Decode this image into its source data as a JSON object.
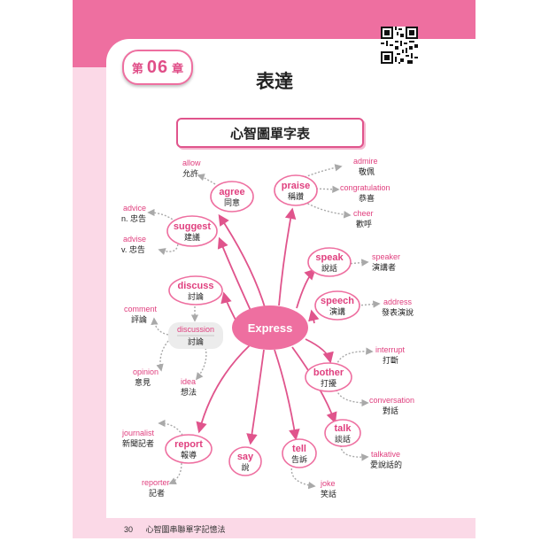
{
  "header": {
    "chapter_prefix": "第",
    "chapter_number": "06",
    "chapter_suffix": "章",
    "title_en": "Express",
    "title_zh": "表達"
  },
  "banner": "心智圖單字表",
  "center": "Express",
  "nodes": {
    "agree": {
      "en": "agree",
      "zh": "同意"
    },
    "praise": {
      "en": "praise",
      "zh": "稱讚"
    },
    "suggest": {
      "en": "suggest",
      "zh": "建議"
    },
    "speak": {
      "en": "speak",
      "zh": "說話"
    },
    "discuss": {
      "en": "discuss",
      "zh": "討論"
    },
    "speech": {
      "en": "speech",
      "zh": "演講"
    },
    "discussion": {
      "en": "discussion",
      "zh": "討論"
    },
    "bother": {
      "en": "bother",
      "zh": "打擾"
    },
    "talk": {
      "en": "talk",
      "zh": "談話"
    },
    "report": {
      "en": "report",
      "zh": "報導"
    },
    "say": {
      "en": "say",
      "zh": "說"
    },
    "tell": {
      "en": "tell",
      "zh": "告訴"
    }
  },
  "leaves": {
    "allow": {
      "en": "allow",
      "zh": "允許"
    },
    "admire": {
      "en": "admire",
      "zh": "敬佩"
    },
    "congratulation": {
      "en": "congratulation",
      "zh": "恭喜"
    },
    "cheer": {
      "en": "cheer",
      "zh": "歡呼"
    },
    "advice_n": {
      "en": "advice",
      "zh": "n. 忠告"
    },
    "advise_v": {
      "en": "advise",
      "zh": "v. 忠告"
    },
    "speaker": {
      "en": "speaker",
      "zh": "演講者"
    },
    "address": {
      "en": "address",
      "zh": "發表演說"
    },
    "comment": {
      "en": "comment",
      "zh": "評論"
    },
    "opinion": {
      "en": "opinion",
      "zh": "意見"
    },
    "idea": {
      "en": "idea",
      "zh": "想法"
    },
    "interrupt": {
      "en": "interrupt",
      "zh": "打斷"
    },
    "conversation": {
      "en": "conversation",
      "zh": "對話"
    },
    "talkative": {
      "en": "talkative",
      "zh": "愛說話的"
    },
    "journalist": {
      "en": "journalist",
      "zh": "新聞記者"
    },
    "reporter": {
      "en": "reporter",
      "zh": "記者"
    },
    "joke": {
      "en": "joke",
      "zh": "笑話"
    }
  },
  "footer": {
    "page_number": "30",
    "book_title": "心智圖串聯單字記憶法"
  },
  "colors": {
    "accent": "#ee6fa0",
    "node_text": "#e0407f",
    "branch": "#e0548c",
    "leaf_arrow": "#a9a9a9"
  }
}
